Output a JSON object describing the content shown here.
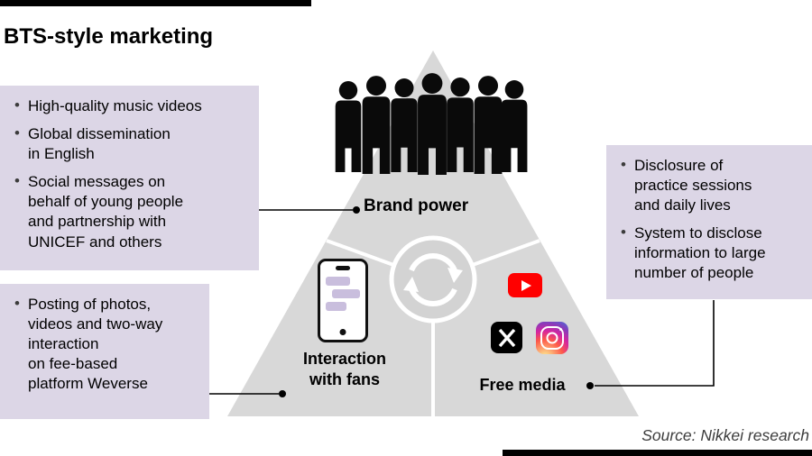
{
  "title": "BTS-style marketing",
  "source": "Source: Nikkei research",
  "colors": {
    "callout_lavender": "#dcd6e6",
    "triangle_gray": "#d8d8d8",
    "youtube_red": "#ff0000",
    "phone_bubble_lavender": "#c9bedd",
    "decoration_bar_black": "#000000"
  },
  "triangle": {
    "sections": [
      {
        "id": "brand-power",
        "label": "Brand power"
      },
      {
        "id": "interaction-with-fans",
        "label": "Interaction\nwith fans"
      },
      {
        "id": "free-media",
        "label": "Free media"
      }
    ]
  },
  "icons": {
    "center_icon": "cycle-arrows-icon",
    "brand_power_icon": "bts-member-silhouettes",
    "interaction_icon": "smartphone-chat-icon",
    "free_media_icons": [
      "youtube-icon",
      "x-icon",
      "instagram-icon"
    ]
  },
  "callouts": {
    "brand_power": {
      "items": [
        "High-quality music videos",
        "Global dissemination\nin English",
        "Social messages on\nbehalf of young people\nand partnership with\nUNICEF and others"
      ]
    },
    "interaction": {
      "items": [
        "Posting of photos,\nvideos and two-way\ninteraction\non fee-based\nplatform Weverse"
      ]
    },
    "free_media": {
      "items": [
        "Disclosure of\npractice sessions\nand daily lives",
        "System to disclose\ninformation to large\nnumber of people"
      ]
    }
  }
}
